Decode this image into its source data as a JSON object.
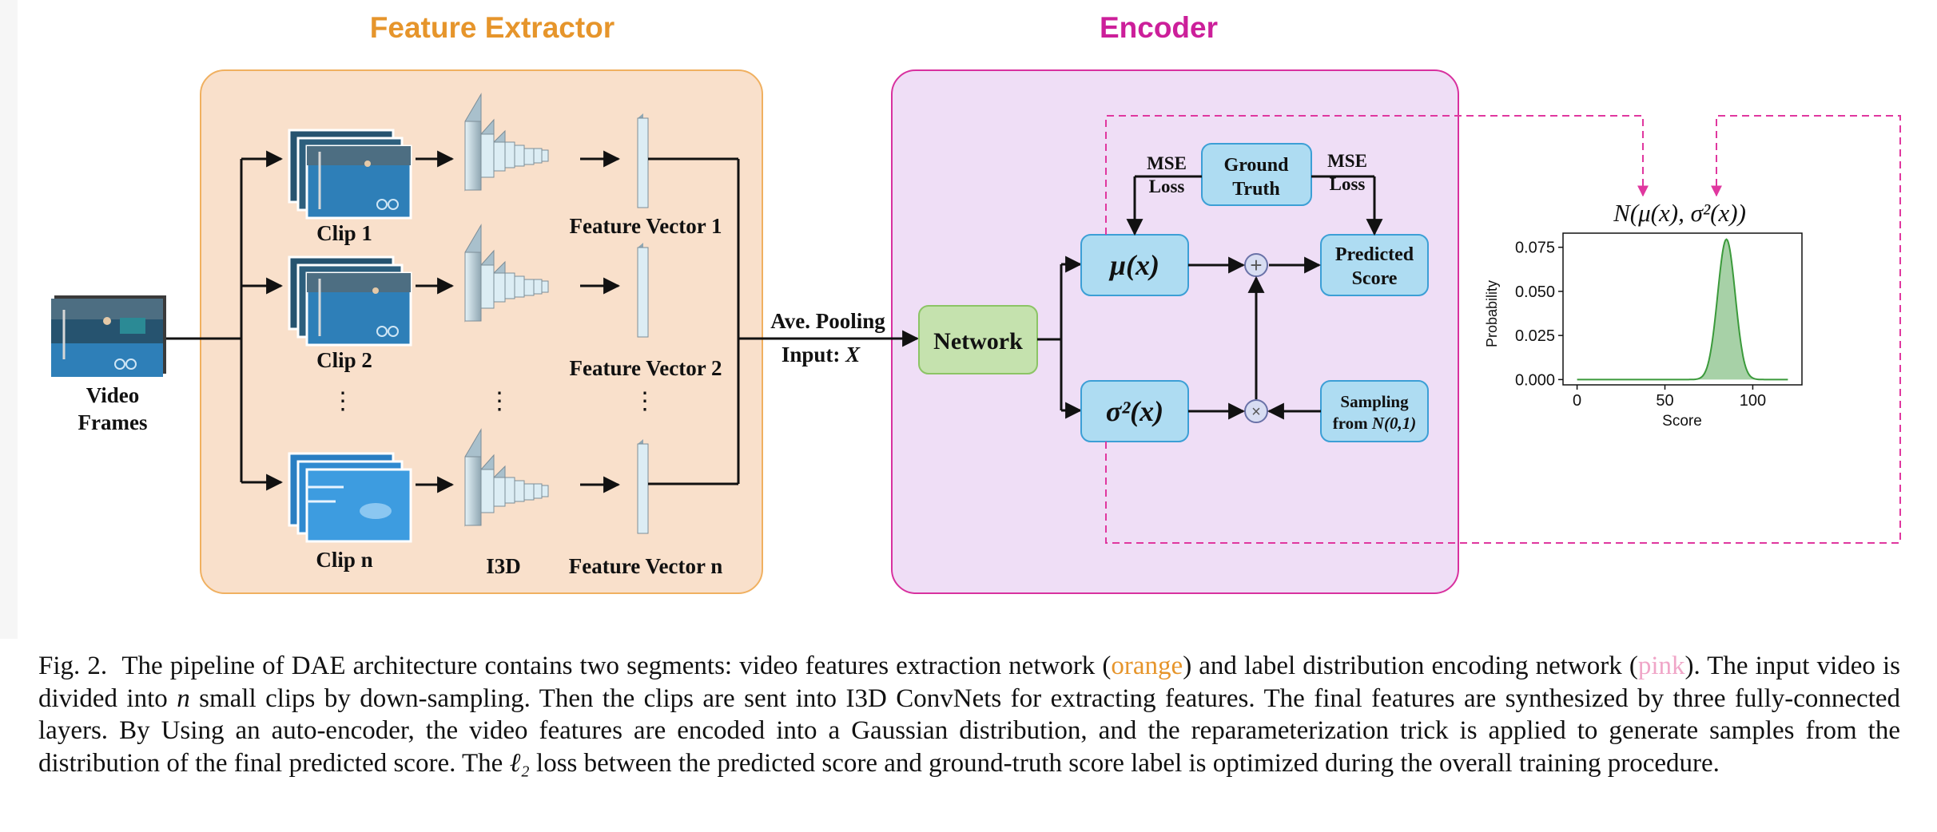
{
  "sections": {
    "feature_extractor": "Feature Extractor",
    "encoder": "Encoder"
  },
  "input": {
    "line1": "Video",
    "line2": "Frames"
  },
  "clips": [
    "Clip 1",
    "Clip 2",
    "Clip n"
  ],
  "i3d_label": "I3D",
  "feature_vectors": [
    "Feature Vector 1",
    "Feature Vector 2",
    "Feature Vector n"
  ],
  "ellipsis": "⋮",
  "pooling": {
    "line1": "Ave. Pooling",
    "line2_prefix": "Input: ",
    "line2_var": "X"
  },
  "network": "Network",
  "mu_label": "μ(x)",
  "sigma_label": "σ²(x)",
  "mse_left": {
    "line1": "MSE",
    "line2": "Loss"
  },
  "mse_right": {
    "line1": "MSE",
    "line2": "Loss"
  },
  "ground_truth": {
    "line1": "Ground",
    "line2": "Truth"
  },
  "predicted_score": {
    "line1": "Predicted",
    "line2": "Score"
  },
  "sampling": {
    "line1": "Sampling",
    "line2_prefix": "from ",
    "line2_dist": "N(0,1)"
  },
  "plus_symbol": "+",
  "times_symbol": "×",
  "distribution_title": "N(μ(x), σ²(x))",
  "colors": {
    "orange_accent": "#e6952b",
    "pink_accent": "#cc1f9a",
    "feature_panel": "#f9e0cb",
    "encoder_panel": "#efdef6",
    "blue_box": "#aedcf2",
    "green_box": "#c5e2ae",
    "curve": "#3b9a3b"
  },
  "chart_data": {
    "type": "area",
    "xlabel": "Score",
    "ylabel": "Probability",
    "xticks": [
      0,
      50,
      100
    ],
    "yticks": [
      "0.000",
      "0.025",
      "0.050",
      "0.075"
    ],
    "xlim": [
      -8,
      128
    ],
    "ylim": [
      -0.003,
      0.083
    ],
    "gaussian": {
      "mean": 85,
      "sd": 5,
      "peak": 0.0795
    },
    "x_range": [
      0,
      120
    ],
    "grid": false,
    "legend": "none"
  },
  "caption": {
    "label": "Fig. 2.",
    "part1": "The pipeline of DAE architecture contains two segments: video features extraction network (",
    "orange_word": "orange",
    "part2": ") and label distribution encoding network (",
    "pink_word": "pink",
    "part3": "). The input video is divided into ",
    "var_n": "n",
    "part4": " small clips by down-sampling. Then the clips are sent into I3D ConvNets for extracting features. The final features are synthesized by three fully-connected layers. By Using an auto-encoder, the video features are encoded into a Gaussian distribution, and the reparameterization trick is applied to generate samples from the distribution of the final predicted score. The ",
    "l2": "ℓ₂",
    "part5": " loss between the predicted score and ground-truth score label is optimized during the overall training procedure."
  }
}
